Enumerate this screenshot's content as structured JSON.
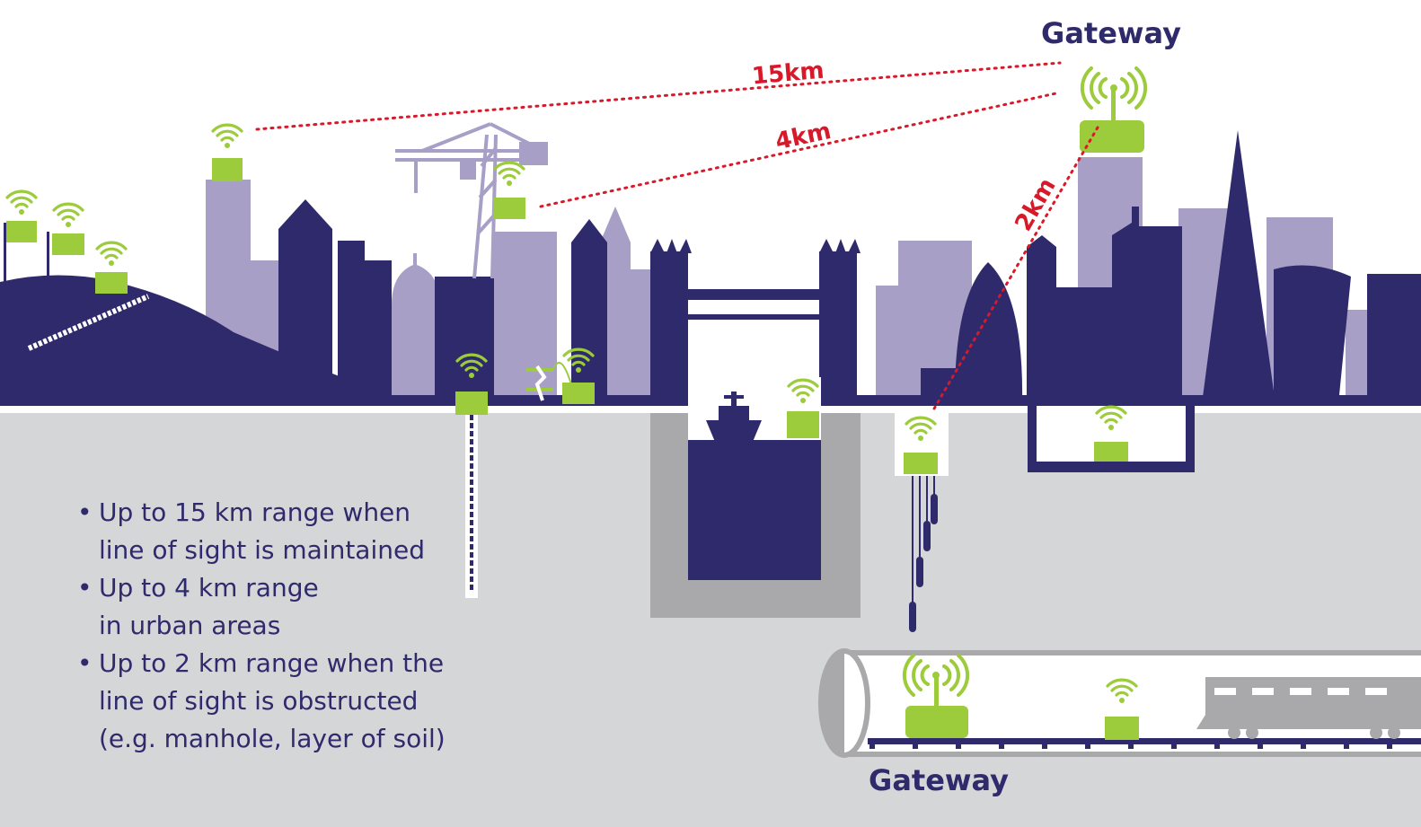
{
  "labels": {
    "gateway_top": "Gateway",
    "gateway_bottom": "Gateway",
    "range_15": "15km",
    "range_4": "4km",
    "range_2": "2km"
  },
  "bullets": [
    {
      "line1": "Up to 15 km range when",
      "line2": "line of sight is maintained"
    },
    {
      "line1": "Up to 4 km range",
      "line2": "in urban areas"
    },
    {
      "line1": "Up to 2 km range when the",
      "line2": "line of sight is obstructed",
      "line3": "(e.g. manhole, layer of soil)"
    }
  ],
  "colors": {
    "navy": "#2e2a6b",
    "lavender": "#a79fc6",
    "green": "#9ccb3b",
    "red": "#d8192a",
    "ground": "#d5d6d8"
  },
  "icons": [
    "wifi-icon",
    "sensor-icon",
    "crane-icon",
    "ship-icon",
    "train-icon",
    "drone-icon",
    "tunnel-icon"
  ]
}
